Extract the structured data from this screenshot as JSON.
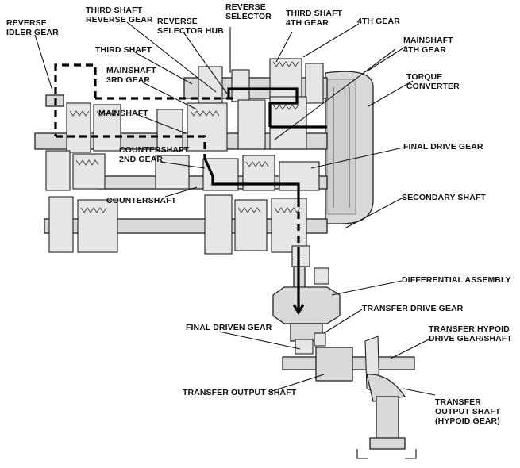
{
  "labels": {
    "reverse_idler_gear": [
      "REVERSE",
      "IDLER GEAR"
    ],
    "third_shaft_reverse_gear": [
      "THIRD SHAFT",
      "REVERSE GEAR"
    ],
    "reverse_selector_hub": [
      "REVERSE",
      "SELECTOR HUB"
    ],
    "reverse_selector": [
      "REVERSE",
      "SELECTOR"
    ],
    "third_shaft_4th_gear": [
      "THIRD SHAFT",
      "4TH GEAR"
    ],
    "fourth_gear": "4TH GEAR",
    "mainshaft_4th_gear": [
      "MAINSHAFT",
      "4TH GEAR"
    ],
    "third_shaft": "THIRD SHAFT",
    "mainshaft_3rd_gear": [
      "MAINSHAFT",
      "3RD GEAR"
    ],
    "torque_converter": [
      "TORQUE",
      "CONVERTER"
    ],
    "mainshaft": "MAINSHAFT",
    "final_drive_gear": "FINAL DRIVE GEAR",
    "countershaft_2nd_gear": [
      "COUNTERSHAFT",
      "2ND GEAR"
    ],
    "countershaft": "COUNTERSHAFT",
    "secondary_shaft": "SECONDARY SHAFT",
    "differential_assembly": "DIFFERENTIAL ASSEMBLY",
    "transfer_drive_gear": "TRANSFER DRIVE GEAR",
    "final_driven_gear": "FINAL DRIVEN GEAR",
    "transfer_hypoid_drive_gear_shaft": [
      "TRANSFER HYPOID",
      "DRIVE GEAR/SHAFT"
    ],
    "transfer_output_shaft": "TRANSFER OUTPUT SHAFT",
    "transfer_output_shaft_hypoid_gear": [
      "TRANSFER",
      "OUTPUT SHAFT",
      "(HYPOID GEAR)"
    ]
  }
}
